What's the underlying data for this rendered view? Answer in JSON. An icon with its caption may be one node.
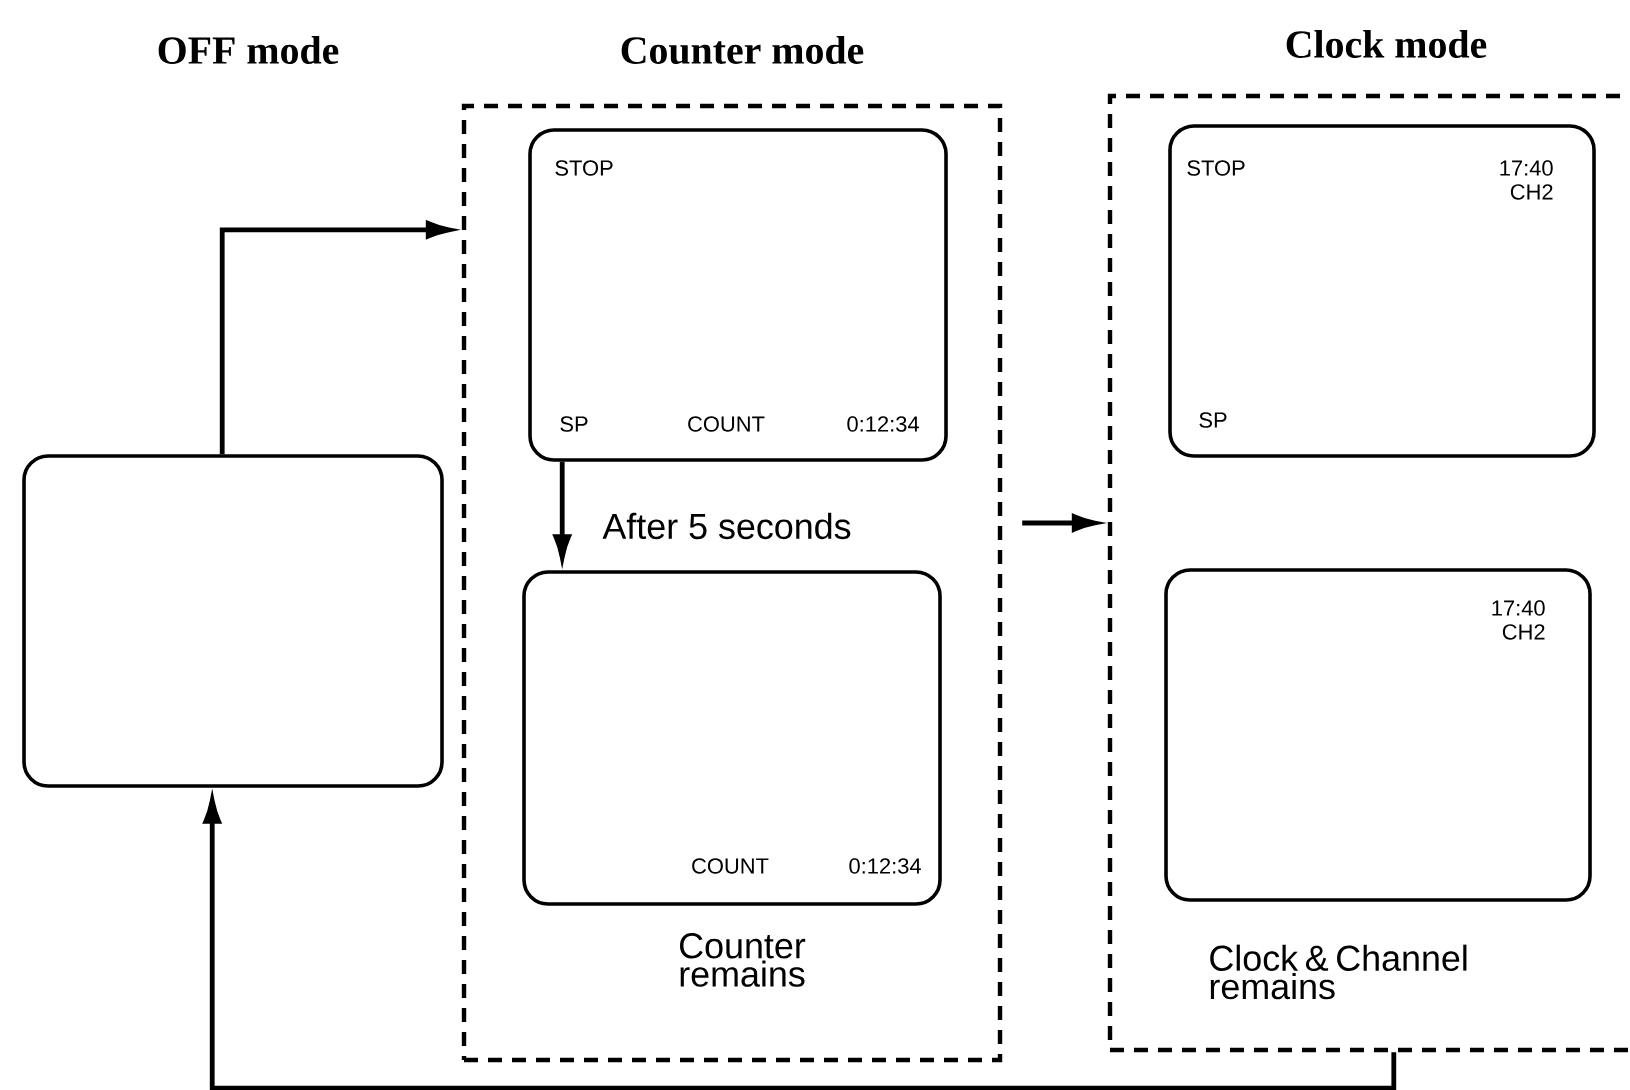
{
  "diagram": {
    "nodes": [
      {
        "text": [],
        "shape": "box"
      },
      {
        "text": [
          "Counter mode"
        ]
      },
      {
        "text": [
          "STOP",
          "SP",
          "COUNT",
          "0:12:34"
        ],
        "in": 1
      },
      {
        "text": [
          "COUNT",
          "0:12:34"
        ],
        "in": 1,
        "beside": [
          "Counter remains"
        ]
      },
      {
        "text": [
          "Clock mode"
        ]
      },
      {
        "text": [
          "STOP",
          "17:40 CH2",
          "SP"
        ],
        "in": 4
      },
      {
        "text": [
          "17:40 CH2"
        ],
        "in": 4,
        "beside": [
          "Clock & Channel remains"
        ]
      }
    ],
    "edges": [
      {
        "from": 0,
        "to": 1,
        "arrow": "to"
      },
      {
        "from": 2,
        "to": 3,
        "arrow": "to",
        "label": "After 5 seconds"
      },
      {
        "from": 1,
        "to": 4,
        "arrow": "to"
      },
      {
        "from": 4,
        "to": 0,
        "arrow": "to"
      }
    ],
    "labels": [
      "OFF mode"
    ]
  }
}
